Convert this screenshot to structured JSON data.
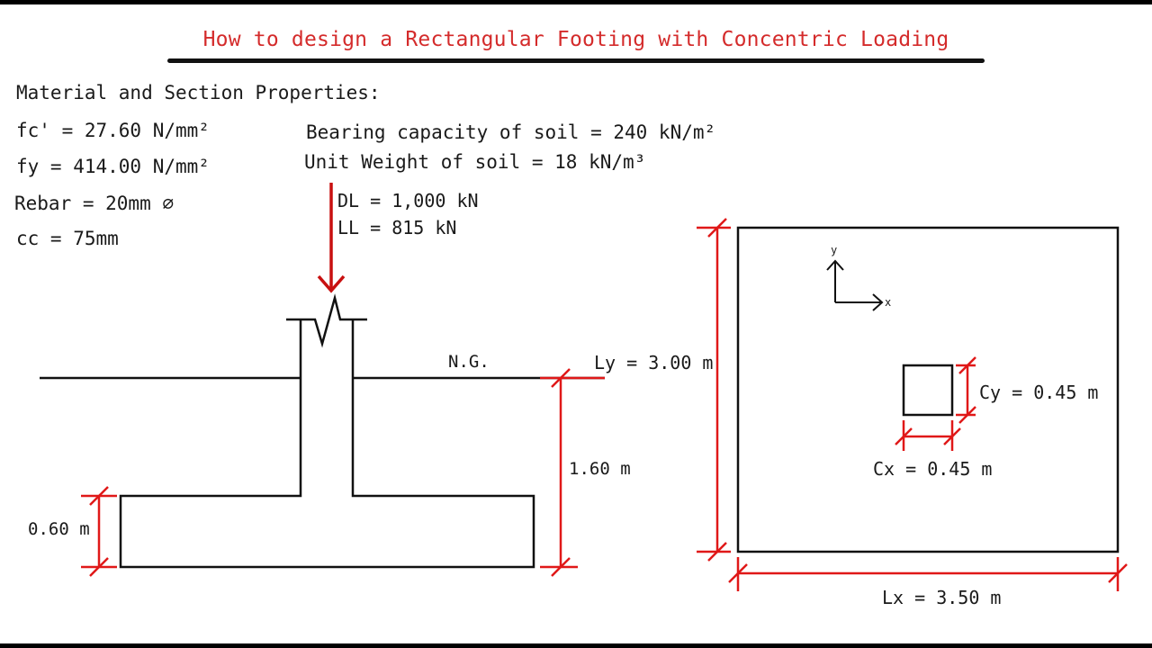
{
  "title": "How to design a Rectangular Footing with Concentric Loading",
  "properties": {
    "heading": "Material and Section Properties:",
    "fc": "fc' = 27.60 N/mm²",
    "fy": "fy = 414.00 N/mm²",
    "rebar": "Rebar = 20mm ⌀",
    "cc": "cc = 75mm"
  },
  "soil": {
    "bearing_capacity": "Bearing capacity of soil = 240 kN/m²",
    "unit_weight": "Unit Weight of soil = 18 kN/m³"
  },
  "loads": {
    "dead_load": "DL = 1,000 kN",
    "live_load": "LL = 815 kN"
  },
  "section": {
    "ground_label": "N.G.",
    "depth_label": "1.60 m",
    "thickness_label": "0.60 m"
  },
  "plan": {
    "ly_label": "Ly = 3.00 m",
    "lx_label": "Lx = 3.50 m",
    "cx_label": "Cx = 0.45 m",
    "cy_label": "Cy = 0.45 m",
    "axis_x": "x",
    "axis_y": "y"
  },
  "colors": {
    "title": "#d42b2b",
    "dimension": "#e01818",
    "line": "#111111"
  }
}
